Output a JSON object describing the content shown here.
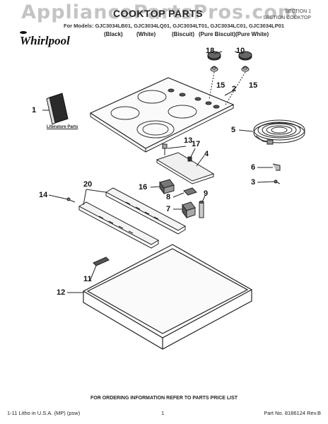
{
  "watermark": "AppliancePartsPros.com",
  "header": {
    "title": "COOKTOP PARTS",
    "section_ref_1": "SECTION 1",
    "section_ref_2": "SECTION COOKTOP",
    "models": "For Models: GJC3034LB01, GJC3034LQ01, GJC3034LT01, GJC3034LC01, GJC3034LP01",
    "colors": [
      "(Black)",
      "(White)",
      "(Biscuit)",
      "(Pure Biscuit)",
      "(Pure White)"
    ],
    "brand": "Whirlpool"
  },
  "literature_label": "Literature Parts",
  "callouts": {
    "n1": "1",
    "n2": "2",
    "n3": "3",
    "n4": "4",
    "n5": "5",
    "n6": "6",
    "n7": "7",
    "n8": "8",
    "n9": "9",
    "n10": "10",
    "n11": "11",
    "n12": "12",
    "n13": "13",
    "n14": "14",
    "n15a": "15",
    "n15b": "15",
    "n16": "16",
    "n17": "17",
    "n18": "18",
    "n20": "20"
  },
  "footer": {
    "note": "FOR ORDERING INFORMATION REFER TO PARTS PRICE LIST",
    "litho": "1-11 Litho in U.S.A. (MP) (psw)",
    "page": "1",
    "part_no": "Part No. 8186124 Rev.B"
  }
}
